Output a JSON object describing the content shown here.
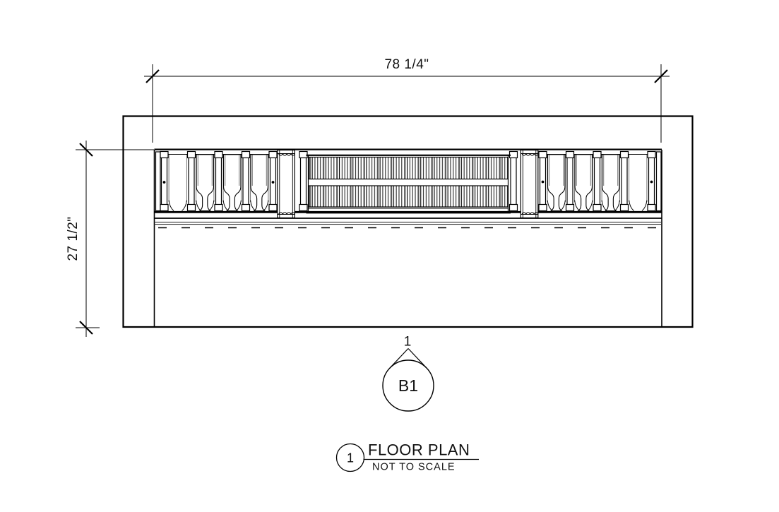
{
  "page": {
    "background_color": "#ffffff",
    "line_color": "#000000",
    "hatch_gray": "#555555"
  },
  "dimensions": {
    "width": {
      "label": "78 1/4\""
    },
    "depth": {
      "label": "27 1/2\""
    }
  },
  "detail_callout": {
    "reference_number": "1",
    "bubble_label": "B1"
  },
  "title_block": {
    "view_number": "1",
    "view_title": "FLOOR PLAN",
    "scale_note": "NOT TO SCALE"
  }
}
